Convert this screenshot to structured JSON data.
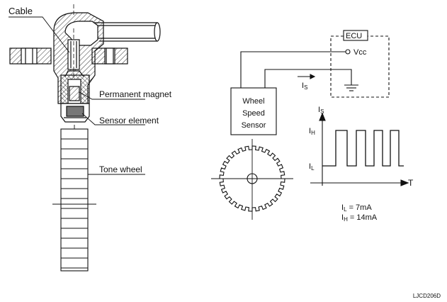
{
  "labels": {
    "cable": "Cable",
    "permanent_magnet": "Permanent magnet",
    "sensor_element": "Sensor element",
    "tone_wheel": "Tone wheel"
  },
  "circuit": {
    "ecu": "ECU",
    "vcc": "Vcc",
    "sensor_line1": "Wheel",
    "sensor_line2": "Speed",
    "sensor_line3": "Sensor",
    "current_main": "I",
    "current_sub": "S"
  },
  "graph": {
    "y_axis_main": "I",
    "y_axis_sub": "S",
    "x_axis": "T",
    "high_main": "I",
    "high_sub": "H",
    "low_main": "I",
    "low_sub": "L",
    "legend_low_main": "I",
    "legend_low_sub": "L",
    "legend_low_value": " = 7mA",
    "legend_high_main": "I",
    "legend_high_sub": "H",
    "legend_high_value": " = 14mA"
  },
  "figure_code": "LJCD206D",
  "colors": {
    "line": "#111111",
    "hatch": "#333333",
    "fill_gray": "#9a9a9a"
  }
}
